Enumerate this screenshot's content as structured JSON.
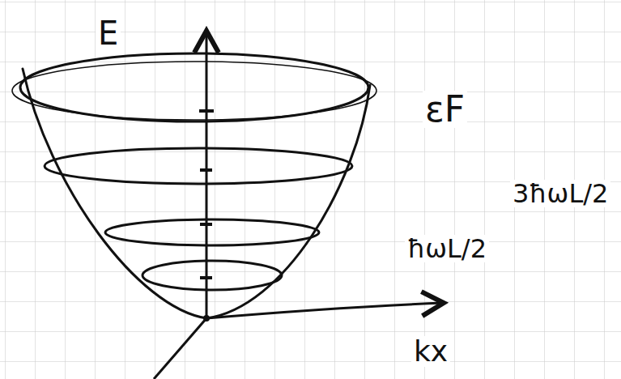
{
  "diagram": {
    "labels": [
      "E",
      "εF",
      "3ħωL/2",
      "ħωL/2",
      "kx"
    ]
  }
}
